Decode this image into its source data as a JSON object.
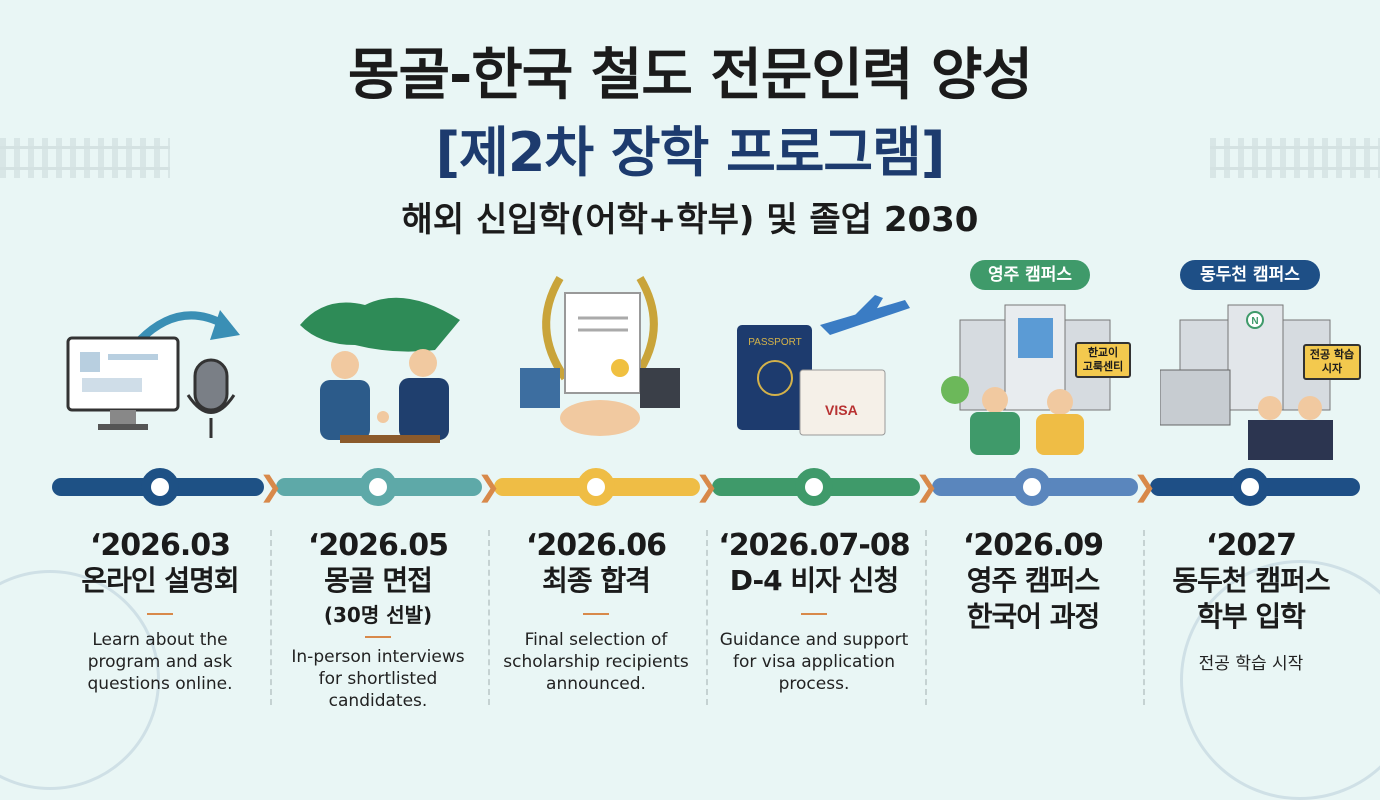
{
  "header": {
    "title": "몽골-한국 철도 전문인력 양성",
    "subtitle": "[제2차 장학 프로그램]",
    "tagline": "해외 신입학(어학+학부) 및 졸업 2030"
  },
  "colors": {
    "step1": "#1e5185",
    "step2": "#5ea9a8",
    "step3": "#efbd45",
    "step4": "#3f9a6a",
    "step5": "#5a86bd",
    "step6": "#1e4f86",
    "chevron": "#d8894a"
  },
  "campus_labels": {
    "yeongju": "영주 캠퍼스",
    "dongducheon": "동두천 캠퍼스"
  },
  "illustration_text": {
    "passport": "PASSPORT",
    "visa": "VISA",
    "yeongju_sign": "한교이 고룩센티",
    "dongducheon_sign": "전공 학습 시자",
    "building_logo": "N"
  },
  "steps": [
    {
      "date": "‘2026.03",
      "title": "온라인 설명회",
      "sub": "",
      "desc": "Learn about the program and ask questions online."
    },
    {
      "date": "‘2026.05",
      "title": "몽골 면접",
      "sub": "(30명 선발)",
      "desc": "In-person interviews for shortlisted candidates."
    },
    {
      "date": "‘2026.06",
      "title": "최종 합격",
      "sub": "",
      "desc": "Final selection of scholarship recipients announced."
    },
    {
      "date": "‘2026.07-08",
      "title": "D-4 비자 신청",
      "sub": "",
      "desc": "Guidance and support for visa application process."
    },
    {
      "date": "‘2026.09",
      "title": "영주 캠퍼스 한국어 과정",
      "sub": "",
      "desc": ""
    },
    {
      "date": "‘2027",
      "title": "동두천 캠퍼스 학부 입학",
      "sub": "",
      "desc": "전공 학습 시작"
    }
  ]
}
